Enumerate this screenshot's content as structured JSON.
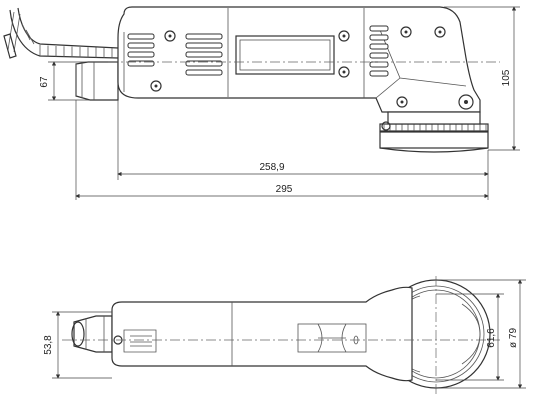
{
  "diagram": {
    "side_view": {
      "dim_height_left": "67",
      "dim_height_right": "105",
      "dim_length_inner": "258,9",
      "dim_length_total": "295"
    },
    "top_view": {
      "dim_nozzle_diameter": "53,8",
      "dim_pad_diameter_inner": "61,6",
      "dim_pad_diameter_outer": "ø 79"
    }
  }
}
